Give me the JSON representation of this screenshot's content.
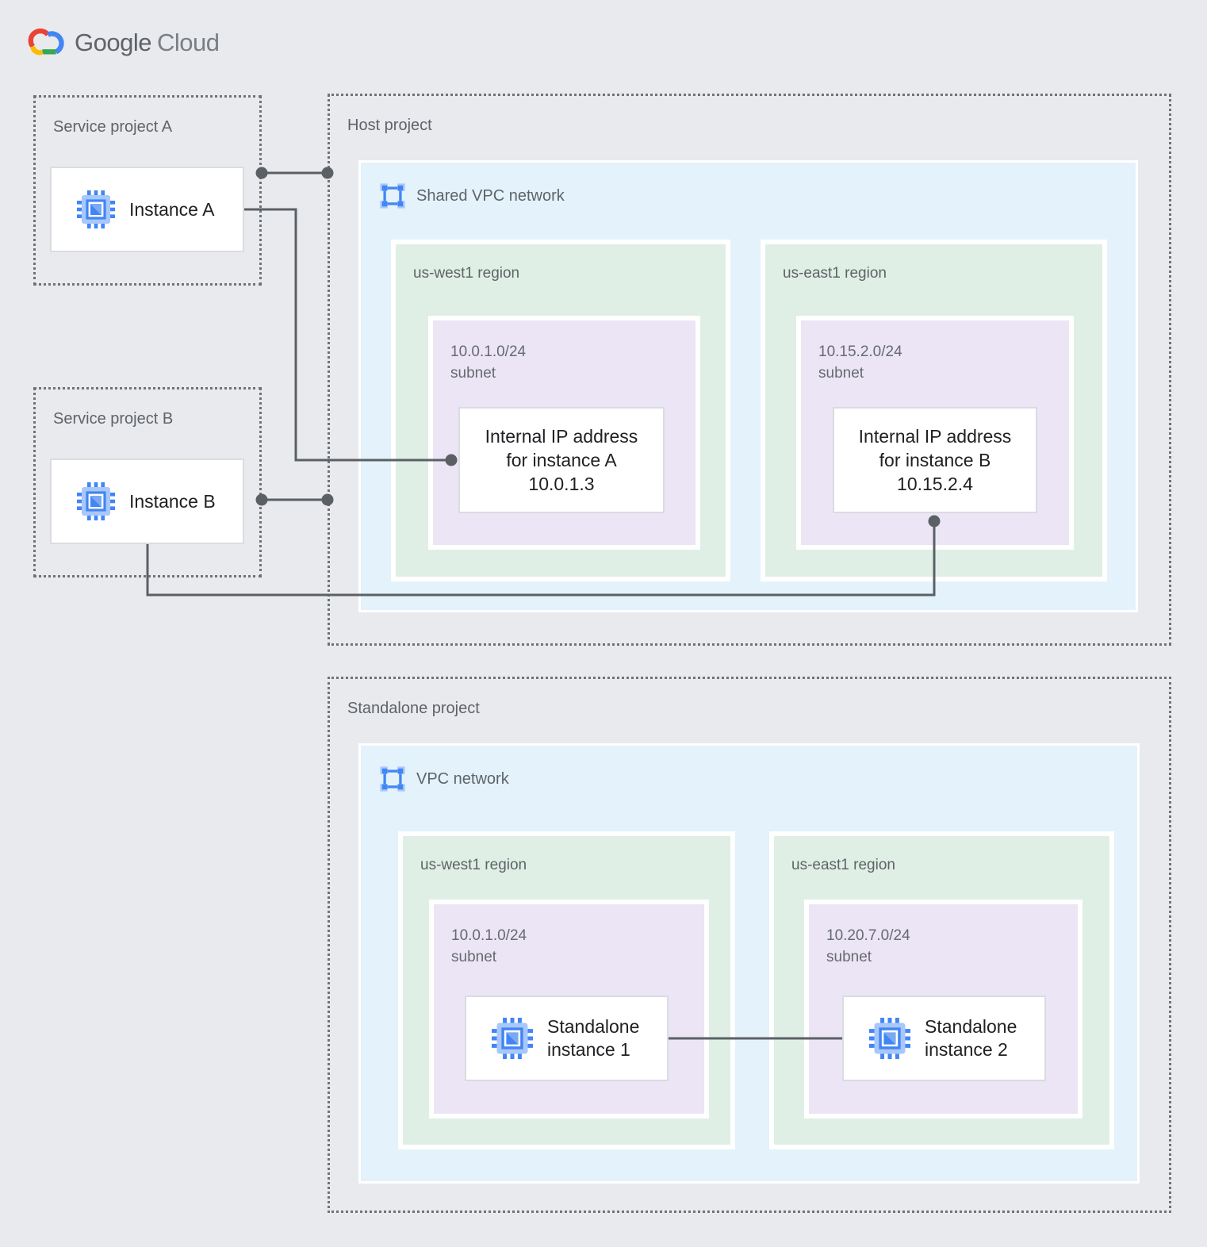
{
  "logo": {
    "brand": "Google",
    "product": "Cloud"
  },
  "service_project_a": {
    "label": "Service project A",
    "instance": {
      "icon": "compute-engine-icon",
      "label": "Instance A"
    }
  },
  "service_project_b": {
    "label": "Service project B",
    "instance": {
      "icon": "compute-engine-icon",
      "label": "Instance B"
    }
  },
  "host_project": {
    "label": "Host project",
    "network": {
      "icon": "vpc-network-icon",
      "label": "Shared VPC network"
    },
    "regions": [
      {
        "label": "us-west1 region",
        "subnet": {
          "cidr": "10.0.1.0/24",
          "word": "subnet"
        },
        "ip_card": {
          "line1": "Internal IP address",
          "line2": "for instance A",
          "line3": "10.0.1.3"
        }
      },
      {
        "label": "us-east1 region",
        "subnet": {
          "cidr": "10.15.2.0/24",
          "word": "subnet"
        },
        "ip_card": {
          "line1": "Internal IP address",
          "line2": "for instance B",
          "line3": "10.15.2.4"
        }
      }
    ]
  },
  "standalone_project": {
    "label": "Standalone project",
    "network": {
      "icon": "vpc-network-icon",
      "label": "VPC network"
    },
    "regions": [
      {
        "label": "us-west1 region",
        "subnet": {
          "cidr": "10.0.1.0/24",
          "word": "subnet"
        },
        "instance": {
          "icon": "compute-engine-icon",
          "line1": "Standalone",
          "line2": "instance 1"
        }
      },
      {
        "label": "us-east1 region",
        "subnet": {
          "cidr": "10.20.7.0/24",
          "word": "subnet"
        },
        "instance": {
          "icon": "compute-engine-icon",
          "line1": "Standalone",
          "line2": "instance 2"
        }
      }
    ]
  },
  "colors": {
    "background": "#E8EAED",
    "network_fill": "#E3F2FB",
    "region_fill": "#DFEFE5",
    "subnet_fill": "#EBE5F5",
    "card_border": "#DADCE0",
    "dashed_border": "#6F7377",
    "connector": "#5B6065",
    "heading_text": "#5F6368",
    "body_text": "#202124",
    "icon_blue": "#4285F4",
    "icon_light_blue": "#A8C7FA",
    "logo_red": "#EA4335",
    "logo_blue": "#4285F4",
    "logo_green": "#34A853",
    "logo_yellow": "#FBBC05"
  }
}
